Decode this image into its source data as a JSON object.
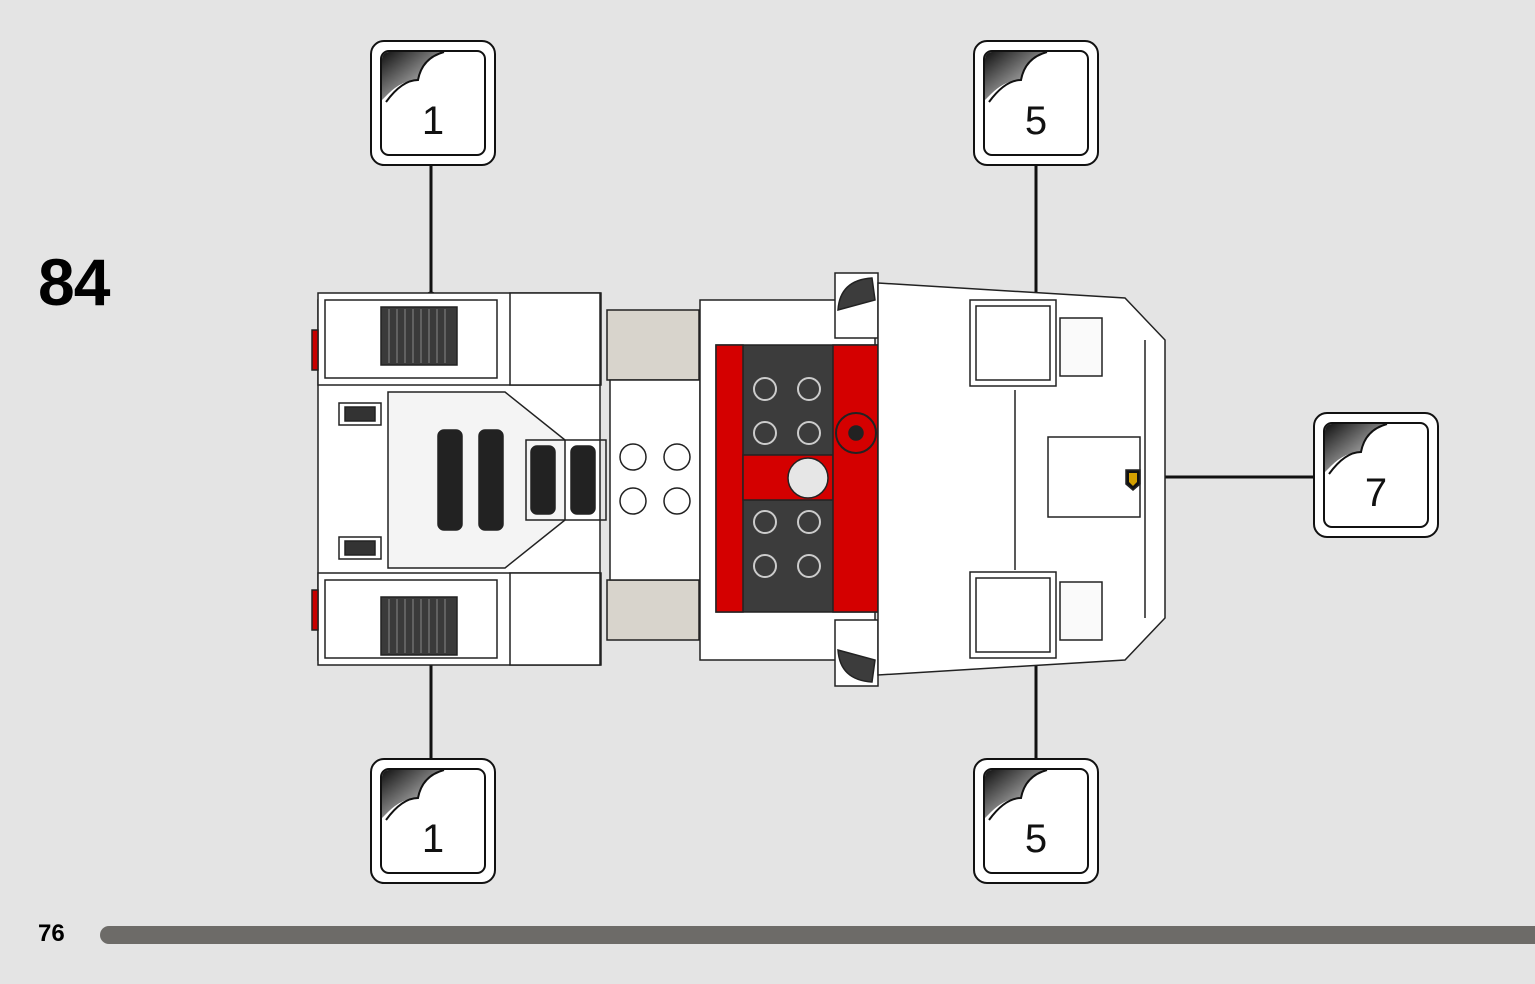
{
  "instructions": {
    "step_number": "84",
    "page_number": "76"
  },
  "sticker_callouts": [
    {
      "id": "top-left",
      "quantity": "1"
    },
    {
      "id": "top-right",
      "quantity": "5"
    },
    {
      "id": "right",
      "quantity": "7"
    },
    {
      "id": "bottom-left",
      "quantity": "1"
    },
    {
      "id": "bottom-right",
      "quantity": "5"
    }
  ],
  "colors": {
    "background": "#e4e4e4",
    "progress_bar": "#6d6b68",
    "brick_red": "#d40000",
    "dark_gray": "#3c3c3c",
    "white": "#ffffff"
  }
}
